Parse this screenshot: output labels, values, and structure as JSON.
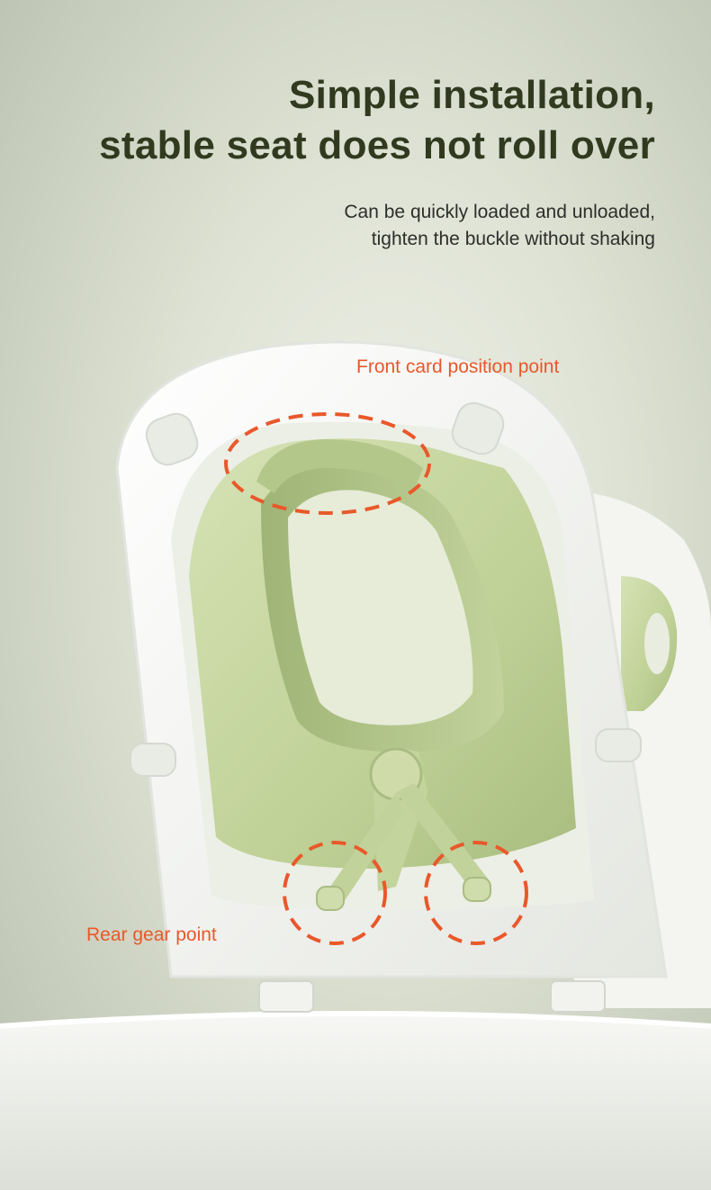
{
  "headline": {
    "line1": "Simple installation,",
    "line2": "stable seat does not roll over"
  },
  "subtext": {
    "line1": "Can be quickly loaded and unloaded,",
    "line2": "tighten the buckle without shaking"
  },
  "callouts": {
    "front": "Front card position point",
    "rear": "Rear gear point"
  },
  "colors": {
    "headline": "#313a1f",
    "callout": "#e9582a",
    "seat_green": "#c5d59f",
    "lid_white": "#f6f7f3"
  }
}
